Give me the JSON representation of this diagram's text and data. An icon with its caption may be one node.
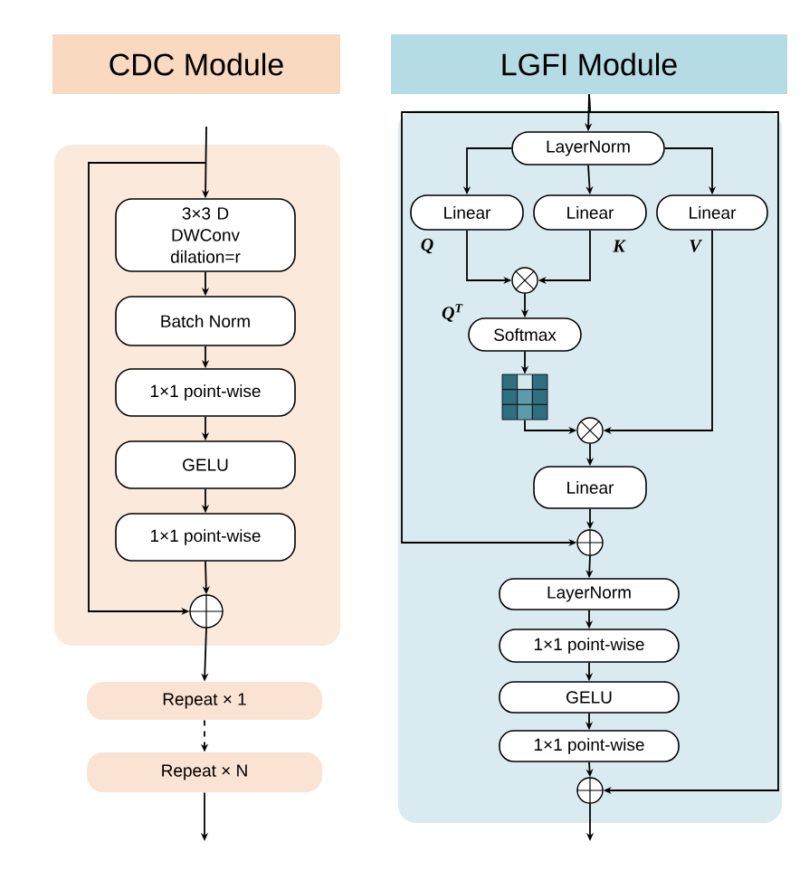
{
  "diagram": {
    "nodes": [
      {
        "text": [
          "CDC Module"
        ]
      },
      {
        "text": [
          "3×3 D DWConv dilation=r"
        ]
      },
      {
        "text": [
          "Batch Norm"
        ]
      },
      {
        "text": [
          "1×1 point-wise"
        ]
      },
      {
        "text": [
          "GELU"
        ]
      },
      {
        "text": [
          "1×1 point-wise"
        ]
      },
      {
        "text": [],
        "shape": "circle"
      },
      {
        "text": [
          "Repeat × 1"
        ]
      },
      {
        "text": [
          "Repeat × N"
        ]
      },
      {
        "text": [
          "LGFI Module"
        ]
      },
      {
        "text": [
          "LayerNorm"
        ]
      },
      {
        "text": [
          "Linear"
        ],
        "beside": [
          "Q"
        ]
      },
      {
        "text": [
          "Linear"
        ],
        "beside": [
          "K"
        ]
      },
      {
        "text": [
          "Linear"
        ],
        "beside": [
          "V"
        ]
      },
      {
        "text": [],
        "shape": "circle"
      },
      {
        "text": [
          "Softmax"
        ]
      },
      {
        "text": [],
        "shape": "grid"
      },
      {
        "text": [],
        "shape": "circle"
      },
      {
        "text": [
          "Linear"
        ]
      },
      {
        "text": [],
        "shape": "circle"
      },
      {
        "text": [
          "LayerNorm"
        ]
      },
      {
        "text": [
          "1×1 point-wise"
        ]
      },
      {
        "text": [
          "GELU"
        ]
      },
      {
        "text": [
          "1×1 point-wise"
        ]
      },
      {
        "text": [],
        "shape": "circle"
      }
    ],
    "edges": [
      {
        "from": null,
        "to": 1,
        "arrow": "to"
      },
      {
        "from": 1,
        "to": 2,
        "arrow": "to"
      },
      {
        "from": 2,
        "to": 3,
        "arrow": "to"
      },
      {
        "from": 3,
        "to": 4,
        "arrow": "to"
      },
      {
        "from": 4,
        "to": 5,
        "arrow": "to"
      },
      {
        "from": 5,
        "to": 6,
        "arrow": "to"
      },
      {
        "from": null,
        "to": 6,
        "arrow": "to"
      },
      {
        "from": 6,
        "to": 7,
        "arrow": "to"
      },
      {
        "from": 7,
        "to": 8,
        "arrow": "to",
        "style": "dashed"
      },
      {
        "from": 8,
        "to": null,
        "arrow": "to"
      },
      {
        "from": 9,
        "to": 10,
        "arrow": "to"
      },
      {
        "from": 10,
        "to": 11,
        "arrow": "to"
      },
      {
        "from": 10,
        "to": 12,
        "arrow": "to"
      },
      {
        "from": 10,
        "to": 13,
        "arrow": "to"
      },
      {
        "from": 11,
        "to": 14,
        "arrow": "to"
      },
      {
        "from": 12,
        "to": 14,
        "arrow": "to"
      },
      {
        "from": 14,
        "to": 15,
        "arrow": "to"
      },
      {
        "from": 15,
        "to": 16,
        "arrow": "to"
      },
      {
        "from": 16,
        "to": 17,
        "arrow": "to"
      },
      {
        "from": 13,
        "to": 17,
        "arrow": "to"
      },
      {
        "from": 17,
        "to": 18,
        "arrow": "to"
      },
      {
        "from": 18,
        "to": 19,
        "arrow": "to"
      },
      {
        "from": 9,
        "to": 19,
        "arrow": "to"
      },
      {
        "from": 19,
        "to": 20,
        "arrow": "to"
      },
      {
        "from": 20,
        "to": 21,
        "arrow": "to"
      },
      {
        "from": 21,
        "to": 22,
        "arrow": "to"
      },
      {
        "from": 22,
        "to": 23,
        "arrow": "to"
      },
      {
        "from": 23,
        "to": 24,
        "arrow": "to"
      },
      {
        "from": 9,
        "to": 24,
        "arrow": "to"
      },
      {
        "from": 24,
        "to": null,
        "arrow": "to"
      }
    ],
    "labels": [
      "Q$^{T}$"
    ]
  }
}
